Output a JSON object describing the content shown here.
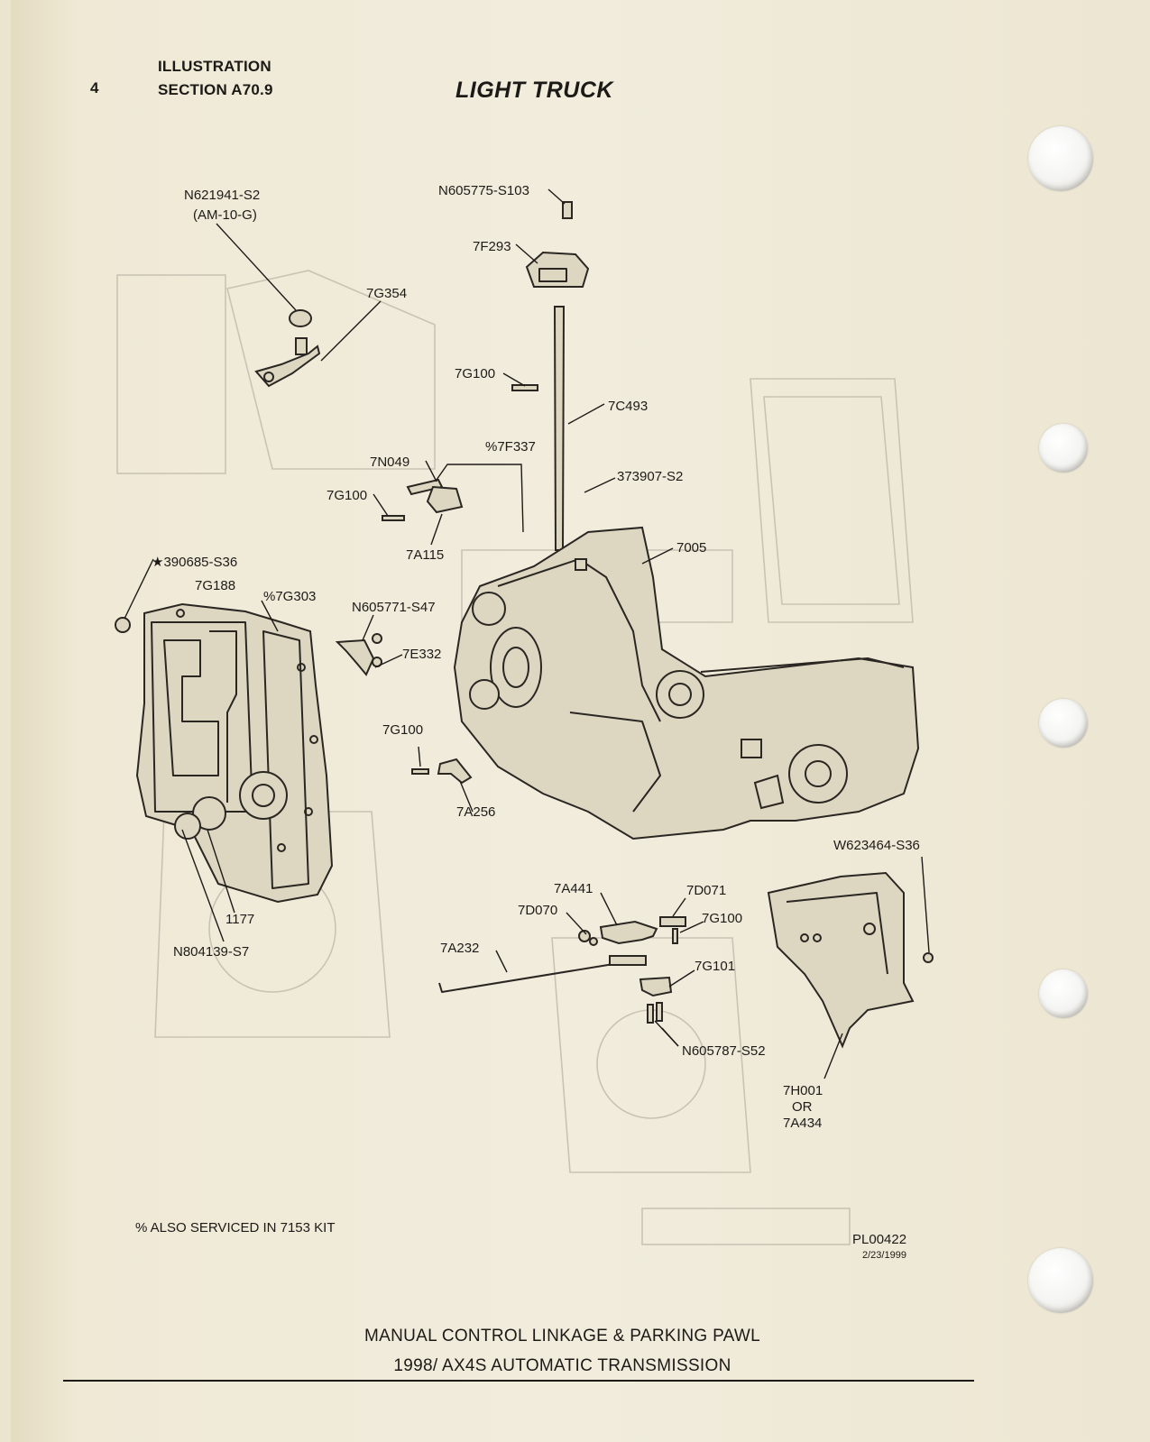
{
  "header": {
    "page_number": "4",
    "illustration": "ILLUSTRATION",
    "section": "SECTION A70.9",
    "title": "LIGHT TRUCK"
  },
  "callouts": {
    "n621941_s2": "N621941-S2",
    "am_10_g": "(AM-10-G)",
    "c7g354": "7G354",
    "n605775_s103": "N605775-S103",
    "c7f293": "7F293",
    "c7g100_a": "7G100",
    "c7c493": "7C493",
    "p7f337": "%7F337",
    "c7n049": "7N049",
    "c373907_s2": "373907-S2",
    "c7g100_b": "7G100",
    "c7a115": "7A115",
    "c7005": "7005",
    "s390685_s36": "★390685-S36",
    "c7g188": "7G188",
    "p7g303": "%7G303",
    "n605771_s47": "N605771-S47",
    "c7e332": "7E332",
    "c7g100_c": "7G100",
    "c7a256": "7A256",
    "w623464_s36": "W623464-S36",
    "c1177": "1177",
    "n804139_s7": "N804139-S7",
    "c7a441": "7A441",
    "c7d071": "7D071",
    "c7d070": "7D070",
    "c7g100_d": "7G100",
    "c7a232": "7A232",
    "c7g101": "7G101",
    "n605787_s52": "N605787-S52",
    "c7h001": "7H001",
    "or": "OR",
    "c7a434": "7A434"
  },
  "footer": {
    "footnote": "% ALSO SERVICED IN 7153 KIT",
    "plate_id": "PL00422",
    "plate_date": "2/23/1999",
    "caption_line1": "MANUAL CONTROL LINKAGE & PARKING PAWL",
    "caption_line2": "1998/ AX4S AUTOMATIC TRANSMISSION"
  }
}
